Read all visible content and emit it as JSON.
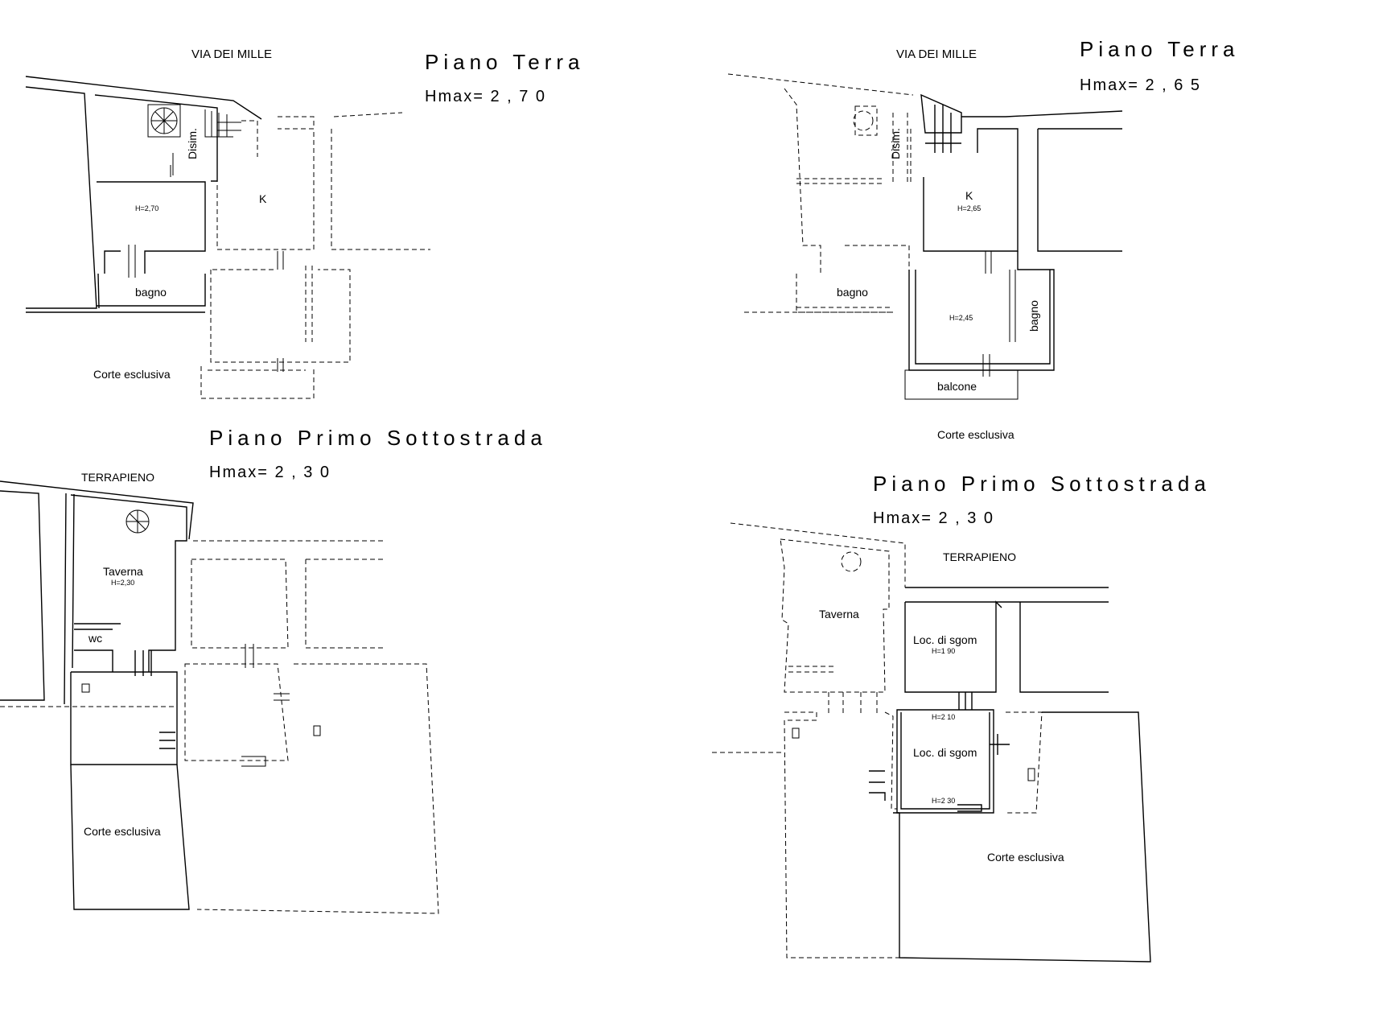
{
  "top_left": {
    "street": "VIA DEI MILLE",
    "title": "Piano   Terra",
    "hmax": "Hmax= 2 , 7 0",
    "rooms": {
      "disim": "Disim.",
      "k": "K",
      "room_h": "H=2,70",
      "bagno": "bagno",
      "corte": "Corte esclusiva"
    }
  },
  "top_right": {
    "street": "VIA DEI MILLE",
    "title": "Piano   Terra",
    "hmax": "Hmax= 2 , 6 5",
    "rooms": {
      "disim": "Disim.",
      "k": "K",
      "k_h": "H=2,65",
      "room_h": "H=2,45",
      "bagno_left": "bagno",
      "bagno_right": "bagno",
      "balcone": "balcone",
      "corte": "Corte esclusiva"
    }
  },
  "bottom_left": {
    "title": "Piano   Primo   Sottostrada",
    "hmax": "Hmax= 2 , 3 0",
    "label_top": "TERRAPIENO",
    "rooms": {
      "taverna": "Taverna",
      "taverna_h": "H=2,30",
      "wc": "wc",
      "corte": "Corte esclusiva"
    }
  },
  "bottom_right": {
    "title": "Piano   Primo   Sottostrada",
    "hmax": "Hmax= 2 , 3 0",
    "label_top": "TERRAPIENO",
    "rooms": {
      "taverna": "Taverna",
      "loc1": "Loc. di sgom",
      "loc1_h": "H=1 90",
      "loc2_top_h": "H=2 10",
      "loc2": "Loc. di sgom",
      "loc2_bottom_h": "H=2 30",
      "corte": "Corte esclusiva"
    }
  }
}
